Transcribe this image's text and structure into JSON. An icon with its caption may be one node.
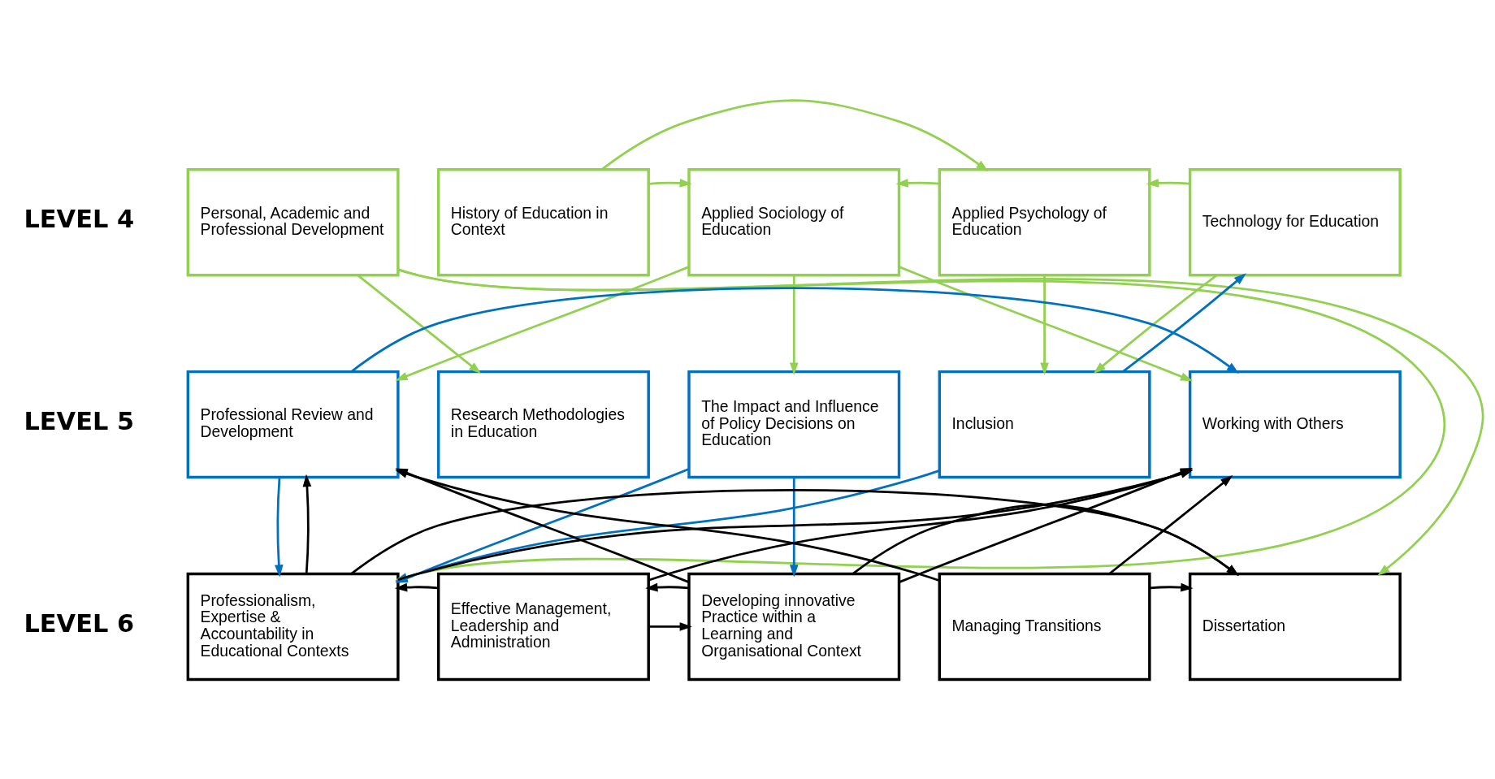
{
  "diagram": {
    "nodes": [
      {
        "text": [
          "Personal, Academic and Professional Development"
        ]
      },
      {
        "text": [
          "History of Education in Context"
        ]
      },
      {
        "text": [
          "Applied Sociology of Education"
        ]
      },
      {
        "text": [
          "Applied Psychology of Education"
        ]
      },
      {
        "text": [
          "Technology for Education"
        ]
      },
      {
        "text": [
          "Professional Review and Development"
        ]
      },
      {
        "text": [
          "Research Methodologies in Education"
        ]
      },
      {
        "text": [
          "The Impact and Influence of Policy Decisions on Education"
        ]
      },
      {
        "text": [
          "Inclusion"
        ]
      },
      {
        "text": [
          "Working with Others"
        ]
      },
      {
        "text": [
          "Professionalism, Expertise & Accountability in Educational Contexts"
        ]
      },
      {
        "text": [
          "Effective Management, Leadership and Administration"
        ]
      },
      {
        "text": [
          "Developing innovative Practice within a Learning and Organisational Context"
        ]
      },
      {
        "text": [
          "Managing Transitions"
        ]
      },
      {
        "text": [
          "Dissertation"
        ]
      }
    ],
    "edges": [
      {
        "from": 0,
        "to": 10,
        "arrow": "to",
        "color": "#92d050"
      },
      {
        "from": 0,
        "to": 14,
        "arrow": "to",
        "color": "#92d050"
      },
      {
        "from": 0,
        "to": 6,
        "arrow": "to",
        "color": "#92d050"
      },
      {
        "from": 1,
        "to": 2,
        "arrow": "to",
        "color": "#92d050"
      },
      {
        "from": 1,
        "to": 3,
        "arrow": "to",
        "color": "#92d050"
      },
      {
        "from": 2,
        "to": 5,
        "arrow": "to",
        "color": "#92d050"
      },
      {
        "from": 2,
        "to": 7,
        "arrow": "to",
        "color": "#92d050"
      },
      {
        "from": 2,
        "to": 9,
        "arrow": "to",
        "color": "#92d050"
      },
      {
        "from": 3,
        "to": 2,
        "arrow": "to",
        "color": "#92d050"
      },
      {
        "from": 3,
        "to": 8,
        "arrow": "to",
        "color": "#92d050"
      },
      {
        "from": 4,
        "to": 3,
        "arrow": "to",
        "color": "#92d050"
      },
      {
        "from": 4,
        "to": 8,
        "arrow": "to",
        "color": "#92d050"
      },
      {
        "from": 8,
        "to": 4,
        "arrow": "to",
        "color": "#0070c0"
      },
      {
        "from": 5,
        "to": 10,
        "arrow": "to",
        "color": "#0070c0"
      },
      {
        "from": 5,
        "to": 9,
        "arrow": "to",
        "color": "#0070c0"
      },
      {
        "from": 7,
        "to": 10,
        "arrow": "to",
        "color": "#0070c0"
      },
      {
        "from": 8,
        "to": 10,
        "arrow": "to",
        "color": "#0070c0"
      },
      {
        "from": 7,
        "to": 12,
        "arrow": "to",
        "color": "#0070c0"
      },
      {
        "from": 10,
        "to": 5,
        "arrow": "to"
      },
      {
        "from": 10,
        "to": 9,
        "arrow": "to"
      },
      {
        "from": 11,
        "to": 9,
        "arrow": "to"
      },
      {
        "from": 12,
        "to": 9,
        "arrow": "to"
      },
      {
        "from": 13,
        "to": 9,
        "arrow": "to"
      },
      {
        "from": 12,
        "to": 5,
        "arrow": "to"
      },
      {
        "from": 13,
        "to": 5,
        "arrow": "to"
      },
      {
        "from": 11,
        "to": 10,
        "arrow": "to"
      },
      {
        "from": 11,
        "to": 12,
        "arrow": "to"
      },
      {
        "from": 12,
        "to": 11,
        "arrow": "to"
      },
      {
        "from": 13,
        "to": 14,
        "arrow": "to"
      },
      {
        "from": 10,
        "to": 14,
        "arrow": "to"
      },
      {
        "from": 12,
        "to": 14,
        "arrow": "to"
      }
    ],
    "labels": [
      "LEVEL 4",
      "LEVEL 5",
      "LEVEL 6"
    ]
  }
}
